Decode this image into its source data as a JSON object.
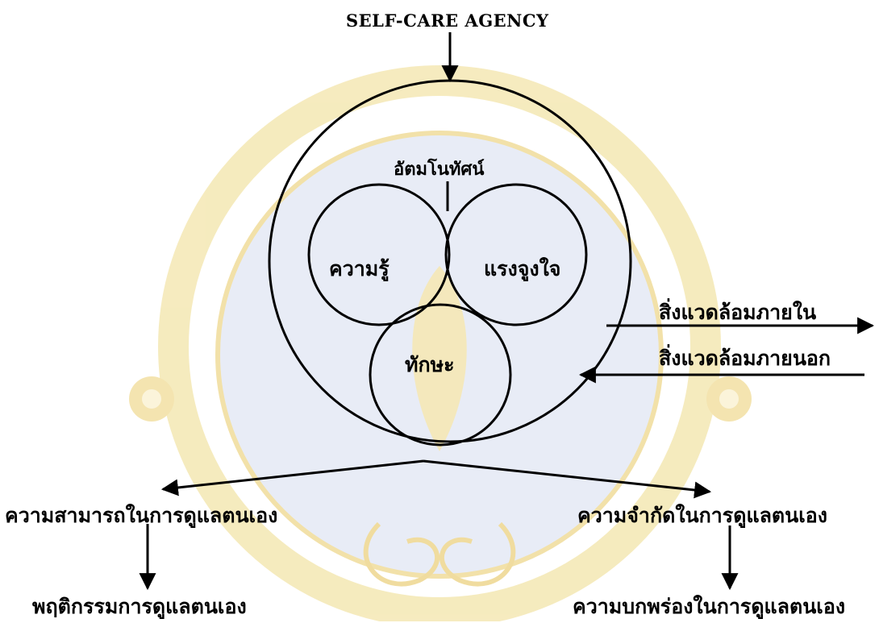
{
  "title": "SELF-CARE AGENCY",
  "center_label": "อัตมโนทัศน์",
  "circles": {
    "knowledge": "ความรู้",
    "motivation": "แรงจูงใจ",
    "skill": "ทักษะ"
  },
  "environment": {
    "internal": "สิ่งแวดล้อมภายใน",
    "external": "สิ่งแวดล้อมภายนอก"
  },
  "outcomes": {
    "ability": "ความสามารถในการดูแลตนเอง",
    "limitation": "ความจำกัดในการดูแลตนเอง",
    "behavior": "พฤติกรรมการดูแลตนเอง",
    "deficit": "ความบกพร่องในการดูแลตนเอง"
  },
  "colors": {
    "line": "#000000",
    "watermark_gold": "#f3e3a6",
    "watermark_blue": "#dfe6f4"
  }
}
